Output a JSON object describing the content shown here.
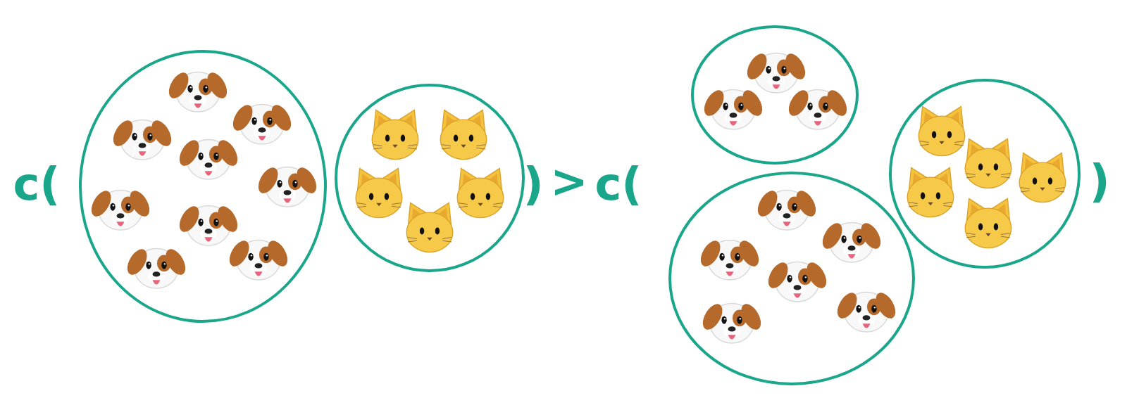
{
  "diagram": {
    "labels": [
      "c(",
      ")",
      ">",
      "c(",
      ")"
    ]
  }
}
